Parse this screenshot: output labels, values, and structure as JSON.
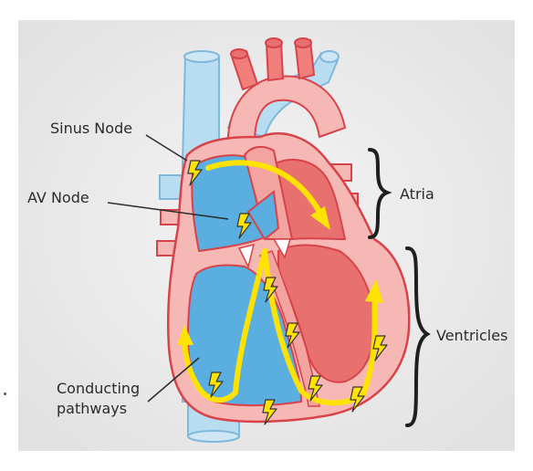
{
  "labels": {
    "sinus_node": "Sinus Node",
    "av_node": "AV Node",
    "conducting_line1": "Conducting",
    "conducting_line2": "pathways",
    "atria": "Atria",
    "ventricles": "Ventricles"
  },
  "colors": {
    "panel": "#ebebeb",
    "panel_edge": "#f6f6f6",
    "deoxygenated_blue": "#5aaee0",
    "vessel_blue_light": "#b8dcf0",
    "vessel_blue_outline": "#7fb8dc",
    "oxygenated_red": "#e8706e",
    "heart_pink": "#f6b8b5",
    "heart_wall": "#f3a3a0",
    "outline_red": "#d8434a",
    "conduction_yellow": "#ffe300",
    "bolt_outline": "#333333",
    "text": "#2b2b2b"
  },
  "icons": [
    "lightning-bolt-icon",
    "curly-brace-icon",
    "arrow-head-icon"
  ]
}
